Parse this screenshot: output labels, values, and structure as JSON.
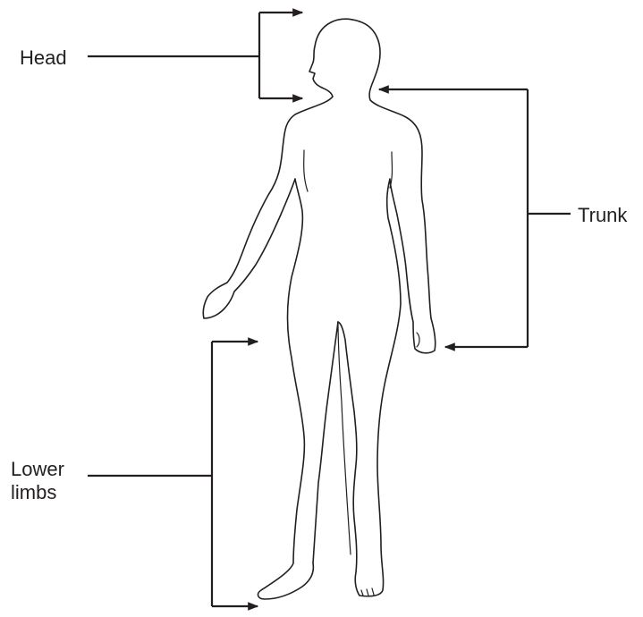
{
  "labels": {
    "head": "Head",
    "trunk": "Trunk",
    "lower_limbs_line1": "Lower",
    "lower_limbs_line2": "limbs"
  },
  "colors": {
    "ink": "#231f20",
    "background": "#ffffff"
  }
}
